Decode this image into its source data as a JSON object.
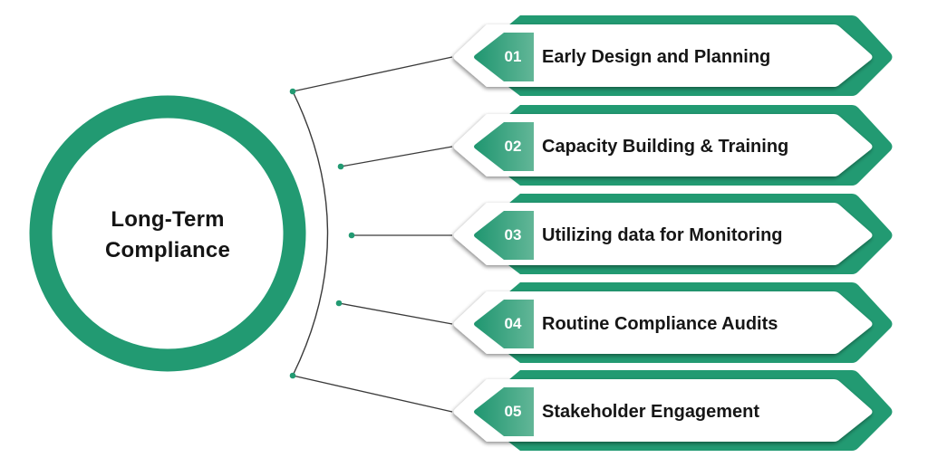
{
  "diagram": {
    "center": {
      "title_line1": "Long-Term",
      "title_line2": "Compliance"
    },
    "steps": [
      {
        "number": "01",
        "label": "Early Design and Planning"
      },
      {
        "number": "02",
        "label": "Capacity Building & Training"
      },
      {
        "number": "03",
        "label": "Utilizing data for Monitoring"
      },
      {
        "number": "04",
        "label": "Routine Compliance Audits"
      },
      {
        "number": "05",
        "label": "Stakeholder Engagement"
      }
    ],
    "colors": {
      "primary_green": "#229a72",
      "badge_dark": "#1f9670",
      "badge_light": "#62b697",
      "connector": "#3a3a3a",
      "text": "#161616"
    }
  }
}
